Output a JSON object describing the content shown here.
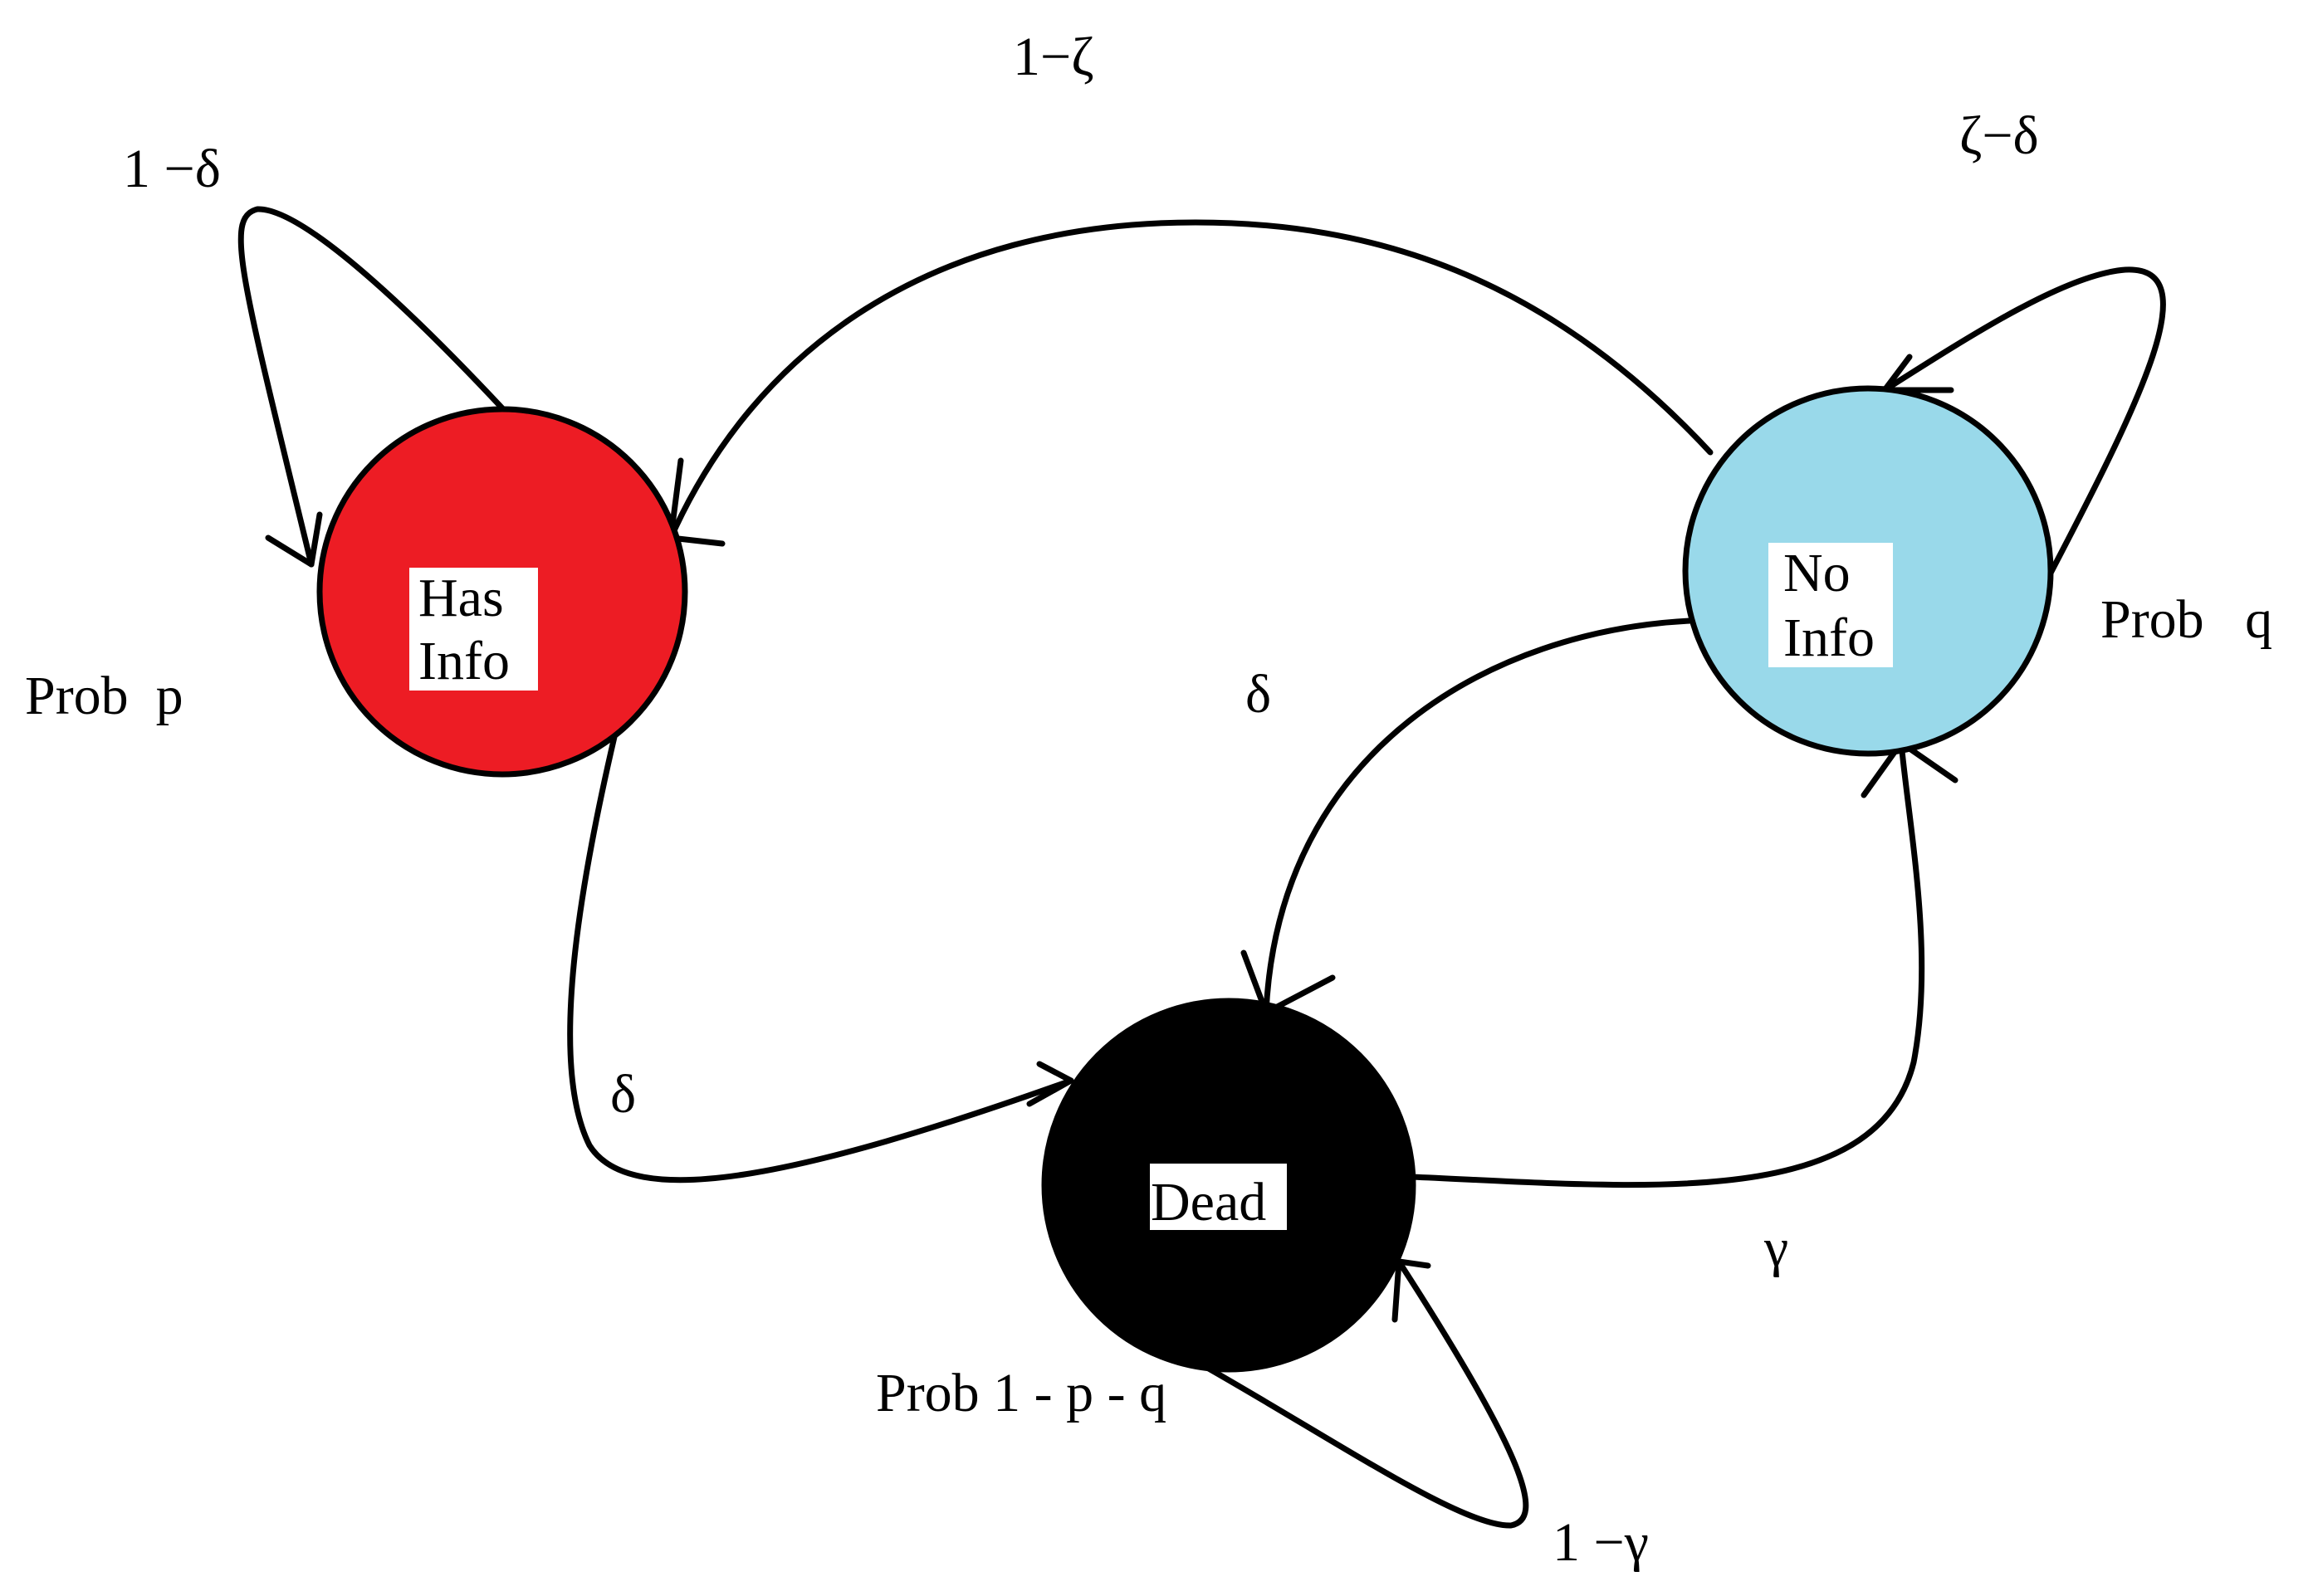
{
  "nodes": {
    "has_info": {
      "line1": "Has",
      "line2": "Info",
      "prob": "Prob  p",
      "color": "#ed1c24"
    },
    "no_info": {
      "line1": "No",
      "line2": "Info",
      "prob": "Prob   q",
      "color": "#99d9ea"
    },
    "dead": {
      "line1": "Dead",
      "prob": "Prob 1 - p - q",
      "color": "#000000"
    }
  },
  "edges": {
    "has_self": "1 −δ",
    "noinfo_to_has": "1−ζ",
    "noinfo_self": "ζ−δ",
    "noinfo_to_dead": "δ",
    "has_to_dead": "δ",
    "dead_to_noinfo": "γ",
    "dead_self": "1 −γ"
  }
}
